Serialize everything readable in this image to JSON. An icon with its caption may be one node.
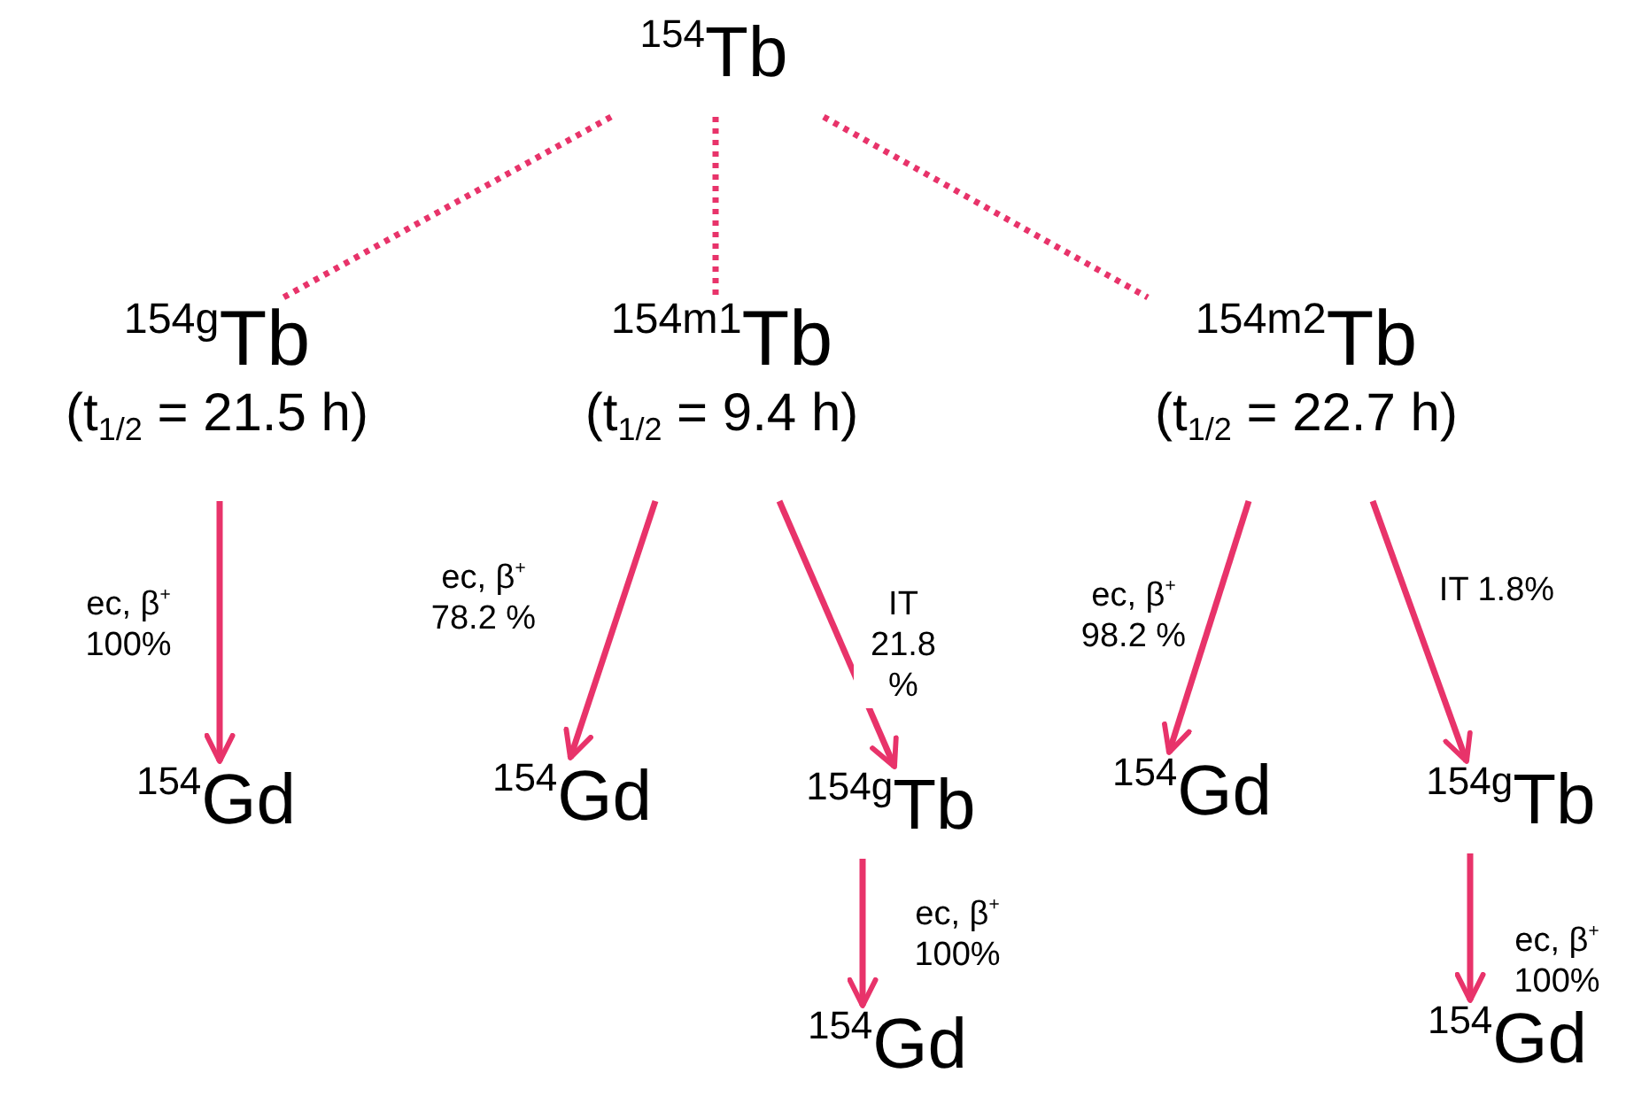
{
  "diagram": {
    "nodes": [
      {
        "text": [
          "$^{154}$Tb"
        ]
      },
      {
        "text": [
          "$^{154g}$Tb",
          "(t$_{1/2}$ = 21.5 h)"
        ]
      },
      {
        "text": [
          "$^{154m1}$Tb",
          "(t$_{1/2}$ = 9.4 h)"
        ]
      },
      {
        "text": [
          "$^{154m2}$Tb",
          "(t$_{1/2}$ = 22.7 h)"
        ]
      },
      {
        "text": [
          "$^{154}$Gd"
        ]
      },
      {
        "text": [
          "$^{154}$Gd"
        ]
      },
      {
        "text": [
          "$^{154g}$Tb"
        ]
      },
      {
        "text": [
          "$^{154}$Gd"
        ]
      },
      {
        "text": [
          "$^{154}$Gd"
        ]
      },
      {
        "text": [
          "$^{154g}$Tb"
        ]
      },
      {
        "text": [
          "$^{154}$Gd"
        ]
      }
    ],
    "edges": [
      {
        "from": 0,
        "to": 1,
        "arrow": "none",
        "style": "dashed"
      },
      {
        "from": 0,
        "to": 2,
        "arrow": "none",
        "style": "dashed"
      },
      {
        "from": 0,
        "to": 3,
        "arrow": "none",
        "style": "dashed"
      },
      {
        "from": 1,
        "to": 4,
        "arrow": "to",
        "label": "ec, β$^{+}$ 100%"
      },
      {
        "from": 2,
        "to": 5,
        "arrow": "to",
        "label": "ec, β$^{+}$ 78.2 %"
      },
      {
        "from": 2,
        "to": 6,
        "arrow": "to",
        "label": "IT 21.8 %"
      },
      {
        "from": 6,
        "to": 7,
        "arrow": "to",
        "label": "ec, β$^{+}$ 100%"
      },
      {
        "from": 3,
        "to": 8,
        "arrow": "to",
        "label": "ec, β$^{+}$ 98.2 %"
      },
      {
        "from": 3,
        "to": 9,
        "arrow": "to",
        "label": "IT 1.8%"
      },
      {
        "from": 9,
        "to": 10,
        "arrow": "to",
        "label": "ec, β$^{+}$ 100%"
      }
    ]
  }
}
